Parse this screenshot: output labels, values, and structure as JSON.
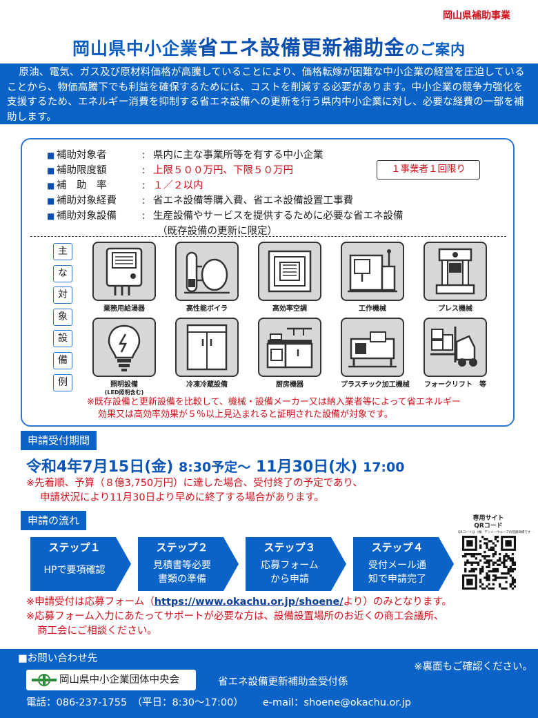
{
  "header": {
    "tag": "岡山県補助事業",
    "title_part1": "岡山県中小企業",
    "title_part2": "省エネ設備更新補助金",
    "title_part3": "のご案内"
  },
  "intro": "原油、電気、ガス及び原材料価格が高騰していることにより、価格転嫁が困難な中小企業の経営を圧迫していることから、物価高騰下でも利益を確保するためには、コストを削減する必要があります。中小企業の競争力強化を支援するため、エネルギー消費を抑制する省エネ設備への更新を行う県内中小企業に対し、必要な経費の一部を補助します。",
  "overview": {
    "rows": [
      {
        "label": "補助対象者",
        "value": "県内に主な事業所等を有する中小企業"
      },
      {
        "label": "補助限度額",
        "value": "上限５００万円、下限５０万円"
      },
      {
        "label": "補　助　率",
        "value": "１／２以内"
      },
      {
        "label": "補助対象経費",
        "value": "省エネ設備等購入費、省エネ設備設置工事費"
      },
      {
        "label": "補助対象設備",
        "value": "生産設備やサービスを提供するために必要な省エネ設備"
      }
    ],
    "row_marker": "■",
    "colon": ":",
    "row_sub": "（既存設備の更新に限定）",
    "limit_badge": "１事業者１回限り",
    "vertical_label": [
      "主",
      "な",
      "対",
      "象",
      "設",
      "備",
      "例"
    ],
    "equipment": [
      {
        "label": "業務用給湯器",
        "icon": "water-heater-icon"
      },
      {
        "label": "高性能ボイラ",
        "icon": "boiler-icon"
      },
      {
        "label": "高効率空調",
        "icon": "air-conditioner-icon"
      },
      {
        "label": "工作機械",
        "icon": "machine-tool-icon"
      },
      {
        "label": "プレス機械",
        "icon": "press-machine-icon"
      },
      {
        "label": "照明設備",
        "sub": "(LED照明含む)",
        "icon": "light-bulb-icon"
      },
      {
        "label": "冷凍冷蔵設備",
        "icon": "refrigerator-icon"
      },
      {
        "label": "厨房機器",
        "icon": "kitchen-icon"
      },
      {
        "label": "プラスチック加工機械",
        "icon": "plastic-machine-icon"
      },
      {
        "label": "フォークリフト　等",
        "icon": "forklift-icon"
      }
    ],
    "note_line1": "※既存設備と更新設備を比較して、機械・設備メーカー又は納入業者等によって省エネルギー",
    "note_line2": "効果又は高効率効果が５％以上見込まれると証明された設備が対象です。"
  },
  "period": {
    "heading": "申請受付期間",
    "date_start": "令和4年7月15日(金)",
    "time_start": "8:30予定〜",
    "date_end": "11月30日(水)",
    "time_end": "17:00",
    "note_line1": "※先着順、予算（８億3,750万円）に達した場合、受付終了の予定であり、",
    "note_line2": "申請状況により11月30日より早めに終了する場合があります。"
  },
  "flow": {
    "heading": "申請の流れ",
    "steps": [
      {
        "title": "ステップ１",
        "line1": "HPで要項確認",
        "line2": ""
      },
      {
        "title": "ステップ２",
        "line1": "見積書等必要",
        "line2": "書類の準備"
      },
      {
        "title": "ステップ３",
        "line1": "応募フォーム",
        "line2": "から申請"
      },
      {
        "title": "ステップ４",
        "line1": "受付メール通",
        "line2": "知で申請完了"
      }
    ],
    "qr_title_line1": "専用サイト",
    "qr_title_line2": "QRコード",
    "qr_caption": "QRコードは（株）デンソーウェーブの登録商標です",
    "note_a_pre": "※申請受付は応募フォーム（",
    "note_a_url": "https://www.okachu.or.jp/shoene/",
    "note_a_post": "より）のみとなります。",
    "note_b_line1": "※応募フォーム入力にあたってサポートが必要な方は、設備設置場所のお近くの商工会議所、",
    "note_b_line2": "商工会にご相談ください。"
  },
  "footer": {
    "heading": "■お問い合わせ先",
    "back_note": "※裏面もご確認ください。",
    "org": "岡山県中小企業団体中央会",
    "dept": "省エネ設備更新補助金受付係",
    "phone": "電話：086-237-1755　（平日：8:30〜17:00）",
    "email": "e-mail：shoene@okachu.or.jp"
  },
  "colors": {
    "accent": "#0b63c8",
    "red": "#d0101b",
    "title_blue": "#0a5ec0"
  }
}
